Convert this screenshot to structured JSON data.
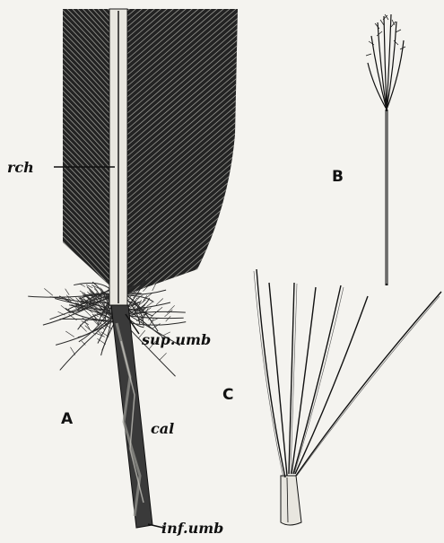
{
  "figure": {
    "labels": {
      "rachis": "rch",
      "superior_umbilicus": "sup.umb",
      "calamus": "cal",
      "inferior_umbilicus": "inf.umb"
    },
    "panels": {
      "a": "A",
      "b": "B",
      "c": "C"
    }
  },
  "colors": {
    "ink": "#111111",
    "paper": "#f4f3ef",
    "vane_dark": "#1b1b1b",
    "shaft_light": "#e8e6df"
  }
}
